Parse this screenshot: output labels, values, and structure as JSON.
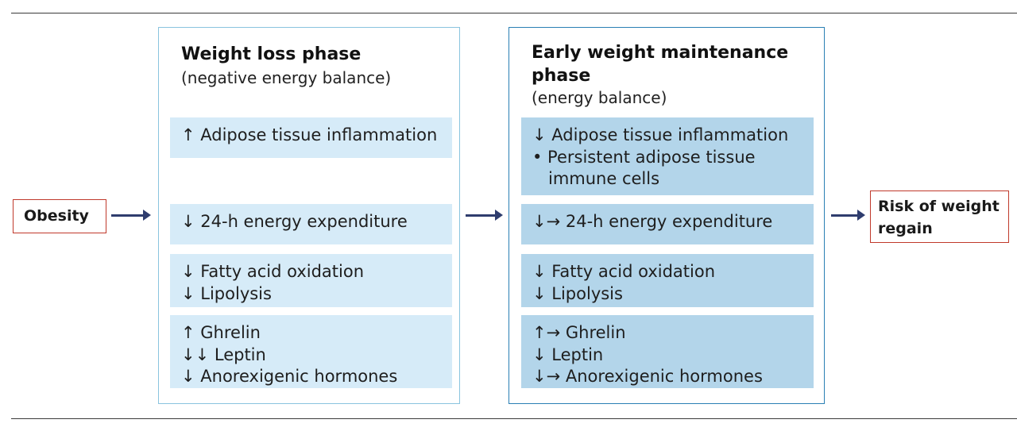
{
  "start_box": {
    "label": "Obesity"
  },
  "end_box": {
    "label_line1": "Risk of weight",
    "label_line2": "regain"
  },
  "colors": {
    "arrow": "#2f3d6e",
    "endpoint_border": "#c0392b",
    "loss_border": "#8ac4df",
    "loss_card": "#d6ebf8",
    "maintenance_border": "#2a7fb4",
    "maintenance_card": "#b3d5ea"
  },
  "weight_loss_phase": {
    "title": "Weight loss phase",
    "subtitle": "(negative energy balance)",
    "inflammation": [
      "↑ Adipose tissue inflammation"
    ],
    "energy": [
      "↓ 24-h energy expenditure"
    ],
    "metabolism": [
      "↓ Fatty acid oxidation",
      "↓ Lipolysis"
    ],
    "hormones": [
      "↑ Ghrelin",
      "↓↓ Leptin",
      "↓ Anorexigenic hormones"
    ]
  },
  "maintenance_phase": {
    "title_line1": "Early weight maintenance",
    "title_line2": "phase",
    "subtitle": "(energy balance)",
    "inflammation": {
      "line1": "↓ Adipose tissue inflammation",
      "bullet": "• Persistent adipose tissue",
      "bullet_cont": "immune cells"
    },
    "energy": [
      "↓→ 24-h energy expenditure"
    ],
    "metabolism": [
      "↓ Fatty acid oxidation",
      "↓ Lipolysis"
    ],
    "hormones": [
      "↑→ Ghrelin",
      "↓ Leptin",
      "↓→ Anorexigenic hormones"
    ]
  }
}
